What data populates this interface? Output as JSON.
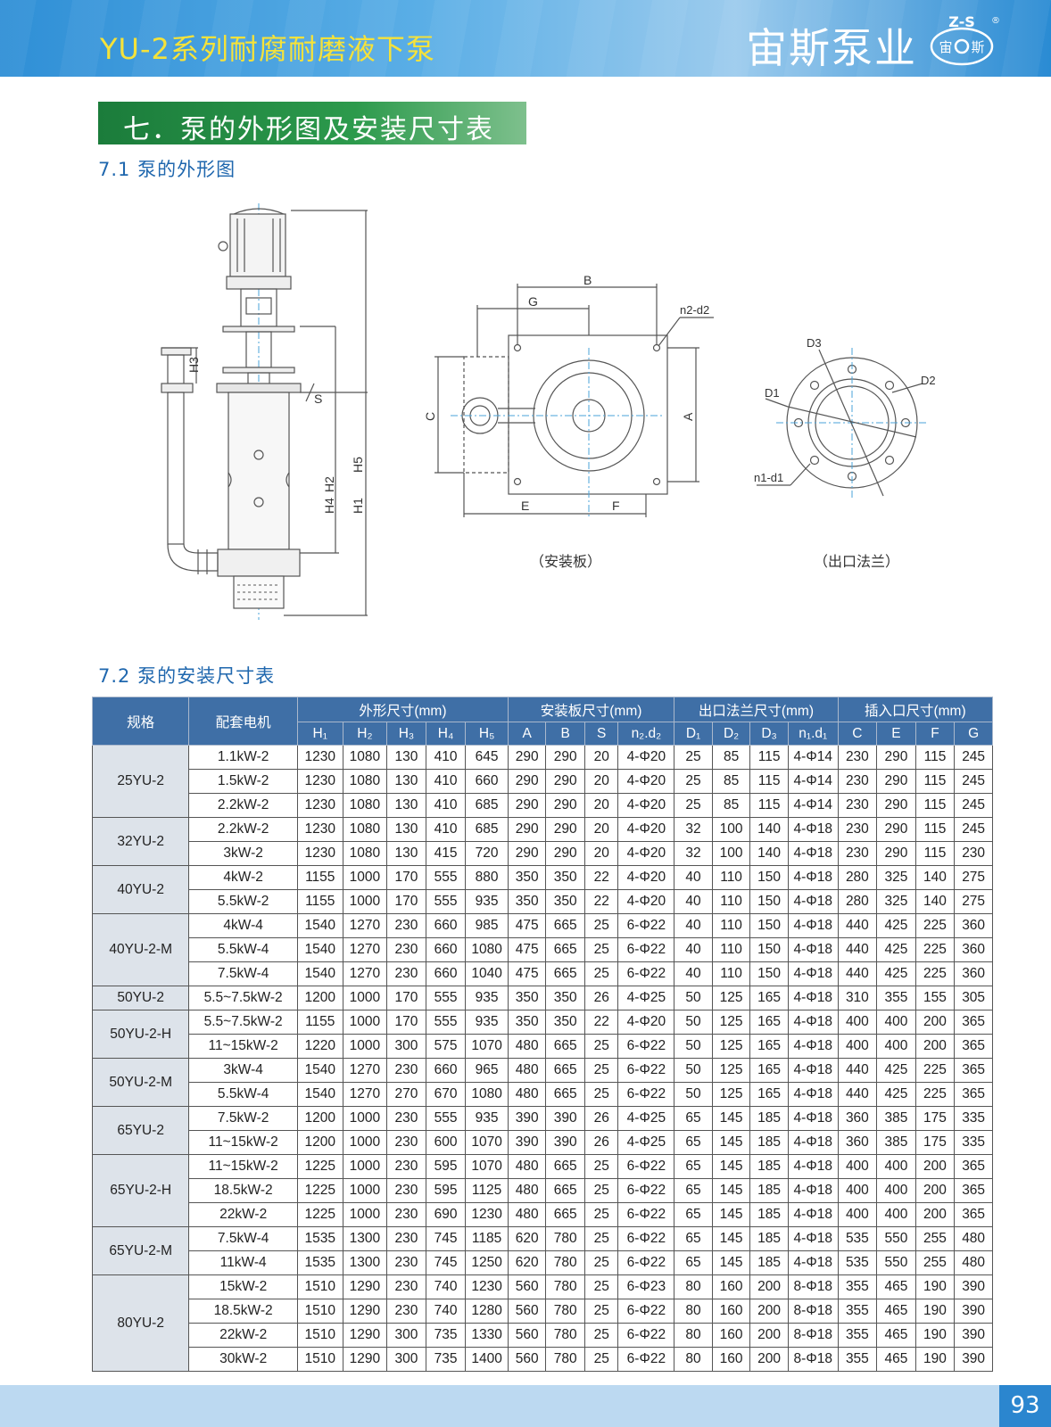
{
  "header": {
    "series_title": "YU-2系列耐腐耐磨液下泵",
    "brand": "宙斯泵业",
    "logo_top": "Z-S",
    "logo_bottom_left": "宙",
    "logo_bottom_right": "斯",
    "logo_mark": "®"
  },
  "section": {
    "title": "七．泵的外形图及安装尺寸表",
    "sub1": "7.1  泵的外形图",
    "sub2": "7.2  泵的安装尺寸表"
  },
  "drawing": {
    "pump_labels": {
      "h5": "H5",
      "h4": "H4",
      "h3": "H3",
      "s": "S",
      "h2": "H2",
      "h1": "H1"
    },
    "plate_labels": {
      "b": "B",
      "g": "G",
      "n2d2": "n2-d2",
      "c": "C",
      "a": "A",
      "e": "E",
      "f": "F"
    },
    "flange_labels": {
      "d3": "D3",
      "d2": "D2",
      "d1": "D1",
      "n1d1": "n1-d1"
    },
    "plate_caption": "（安装板）",
    "flange_caption": "（出口法兰）"
  },
  "table": {
    "h_model": "规格",
    "h_motor": "配套电机",
    "groups": [
      "外形尺寸(mm)",
      "安装板尺寸(mm)",
      "出口法兰尺寸(mm)",
      "插入口尺寸(mm)"
    ],
    "cols": [
      "H₁",
      "H₂",
      "H₃",
      "H₄",
      "H₅",
      "A",
      "B",
      "S",
      "n₂.d₂",
      "D₁",
      "D₂",
      "D₃",
      "n₁.d₁",
      "C",
      "E",
      "F",
      "G"
    ],
    "models": [
      {
        "name": "25YU-2",
        "rows": [
          [
            "1.1kW-2",
            "1230",
            "1080",
            "130",
            "410",
            "645",
            "290",
            "290",
            "20",
            "4-Φ20",
            "25",
            "85",
            "115",
            "4-Φ14",
            "230",
            "290",
            "115",
            "245"
          ],
          [
            "1.5kW-2",
            "1230",
            "1080",
            "130",
            "410",
            "660",
            "290",
            "290",
            "20",
            "4-Φ20",
            "25",
            "85",
            "115",
            "4-Φ14",
            "230",
            "290",
            "115",
            "245"
          ],
          [
            "2.2kW-2",
            "1230",
            "1080",
            "130",
            "410",
            "685",
            "290",
            "290",
            "20",
            "4-Φ20",
            "25",
            "85",
            "115",
            "4-Φ14",
            "230",
            "290",
            "115",
            "245"
          ]
        ]
      },
      {
        "name": "32YU-2",
        "rows": [
          [
            "2.2kW-2",
            "1230",
            "1080",
            "130",
            "410",
            "685",
            "290",
            "290",
            "20",
            "4-Φ20",
            "32",
            "100",
            "140",
            "4-Φ18",
            "230",
            "290",
            "115",
            "245"
          ],
          [
            "3kW-2",
            "1230",
            "1080",
            "130",
            "415",
            "720",
            "290",
            "290",
            "20",
            "4-Φ20",
            "32",
            "100",
            "140",
            "4-Φ18",
            "230",
            "290",
            "115",
            "230"
          ]
        ]
      },
      {
        "name": "40YU-2",
        "rows": [
          [
            "4kW-2",
            "1155",
            "1000",
            "170",
            "555",
            "880",
            "350",
            "350",
            "22",
            "4-Φ20",
            "40",
            "110",
            "150",
            "4-Φ18",
            "280",
            "325",
            "140",
            "275"
          ],
          [
            "5.5kW-2",
            "1155",
            "1000",
            "170",
            "555",
            "935",
            "350",
            "350",
            "22",
            "4-Φ20",
            "40",
            "110",
            "150",
            "4-Φ18",
            "280",
            "325",
            "140",
            "275"
          ]
        ]
      },
      {
        "name": "40YU-2-M",
        "rows": [
          [
            "4kW-4",
            "1540",
            "1270",
            "230",
            "660",
            "985",
            "475",
            "665",
            "25",
            "6-Φ22",
            "40",
            "110",
            "150",
            "4-Φ18",
            "440",
            "425",
            "225",
            "360"
          ],
          [
            "5.5kW-4",
            "1540",
            "1270",
            "230",
            "660",
            "1080",
            "475",
            "665",
            "25",
            "6-Φ22",
            "40",
            "110",
            "150",
            "4-Φ18",
            "440",
            "425",
            "225",
            "360"
          ],
          [
            "7.5kW-4",
            "1540",
            "1270",
            "230",
            "660",
            "1040",
            "475",
            "665",
            "25",
            "6-Φ22",
            "40",
            "110",
            "150",
            "4-Φ18",
            "440",
            "425",
            "225",
            "360"
          ]
        ]
      },
      {
        "name": "50YU-2",
        "rows": [
          [
            "5.5~7.5kW-2",
            "1200",
            "1000",
            "170",
            "555",
            "935",
            "350",
            "350",
            "26",
            "4-Φ25",
            "50",
            "125",
            "165",
            "4-Φ18",
            "310",
            "355",
            "155",
            "305"
          ]
        ]
      },
      {
        "name": "50YU-2-H",
        "rows": [
          [
            "5.5~7.5kW-2",
            "1155",
            "1000",
            "170",
            "555",
            "935",
            "350",
            "350",
            "22",
            "4-Φ20",
            "50",
            "125",
            "165",
            "4-Φ18",
            "400",
            "400",
            "200",
            "365"
          ],
          [
            "11~15kW-2",
            "1220",
            "1000",
            "300",
            "575",
            "1070",
            "480",
            "665",
            "25",
            "6-Φ22",
            "50",
            "125",
            "165",
            "4-Φ18",
            "400",
            "400",
            "200",
            "365"
          ]
        ]
      },
      {
        "name": "50YU-2-M",
        "rows": [
          [
            "3kW-4",
            "1540",
            "1270",
            "230",
            "660",
            "965",
            "480",
            "665",
            "25",
            "6-Φ22",
            "50",
            "125",
            "165",
            "4-Φ18",
            "440",
            "425",
            "225",
            "365"
          ],
          [
            "5.5kW-4",
            "1540",
            "1270",
            "270",
            "670",
            "1080",
            "480",
            "665",
            "25",
            "6-Φ22",
            "50",
            "125",
            "165",
            "4-Φ18",
            "440",
            "425",
            "225",
            "365"
          ]
        ]
      },
      {
        "name": "65YU-2",
        "rows": [
          [
            "7.5kW-2",
            "1200",
            "1000",
            "230",
            "555",
            "935",
            "390",
            "390",
            "26",
            "4-Φ25",
            "65",
            "145",
            "185",
            "4-Φ18",
            "360",
            "385",
            "175",
            "335"
          ],
          [
            "11~15kW-2",
            "1200",
            "1000",
            "230",
            "600",
            "1070",
            "390",
            "390",
            "26",
            "4-Φ25",
            "65",
            "145",
            "185",
            "4-Φ18",
            "360",
            "385",
            "175",
            "335"
          ]
        ]
      },
      {
        "name": "65YU-2-H",
        "rows": [
          [
            "11~15kW-2",
            "1225",
            "1000",
            "230",
            "595",
            "1070",
            "480",
            "665",
            "25",
            "6-Φ22",
            "65",
            "145",
            "185",
            "4-Φ18",
            "400",
            "400",
            "200",
            "365"
          ],
          [
            "18.5kW-2",
            "1225",
            "1000",
            "230",
            "595",
            "1125",
            "480",
            "665",
            "25",
            "6-Φ22",
            "65",
            "145",
            "185",
            "4-Φ18",
            "400",
            "400",
            "200",
            "365"
          ],
          [
            "22kW-2",
            "1225",
            "1000",
            "230",
            "690",
            "1230",
            "480",
            "665",
            "25",
            "6-Φ22",
            "65",
            "145",
            "185",
            "4-Φ18",
            "400",
            "400",
            "200",
            "365"
          ]
        ]
      },
      {
        "name": "65YU-2-M",
        "rows": [
          [
            "7.5kW-4",
            "1535",
            "1300",
            "230",
            "745",
            "1185",
            "620",
            "780",
            "25",
            "6-Φ22",
            "65",
            "145",
            "185",
            "4-Φ18",
            "535",
            "550",
            "255",
            "480"
          ],
          [
            "11kW-4",
            "1535",
            "1300",
            "230",
            "745",
            "1250",
            "620",
            "780",
            "25",
            "6-Φ22",
            "65",
            "145",
            "185",
            "4-Φ18",
            "535",
            "550",
            "255",
            "480"
          ]
        ]
      },
      {
        "name": "80YU-2",
        "rows": [
          [
            "15kW-2",
            "1510",
            "1290",
            "230",
            "740",
            "1230",
            "560",
            "780",
            "25",
            "6-Φ23",
            "80",
            "160",
            "200",
            "8-Φ18",
            "355",
            "465",
            "190",
            "390"
          ],
          [
            "18.5kW-2",
            "1510",
            "1290",
            "230",
            "740",
            "1280",
            "560",
            "780",
            "25",
            "6-Φ22",
            "80",
            "160",
            "200",
            "8-Φ18",
            "355",
            "465",
            "190",
            "390"
          ],
          [
            "22kW-2",
            "1510",
            "1290",
            "300",
            "735",
            "1330",
            "560",
            "780",
            "25",
            "6-Φ22",
            "80",
            "160",
            "200",
            "8-Φ18",
            "355",
            "465",
            "190",
            "390"
          ],
          [
            "30kW-2",
            "1510",
            "1290",
            "300",
            "735",
            "1400",
            "560",
            "780",
            "25",
            "6-Φ22",
            "80",
            "160",
            "200",
            "8-Φ18",
            "355",
            "465",
            "190",
            "390"
          ]
        ]
      }
    ]
  },
  "page_number": "93"
}
